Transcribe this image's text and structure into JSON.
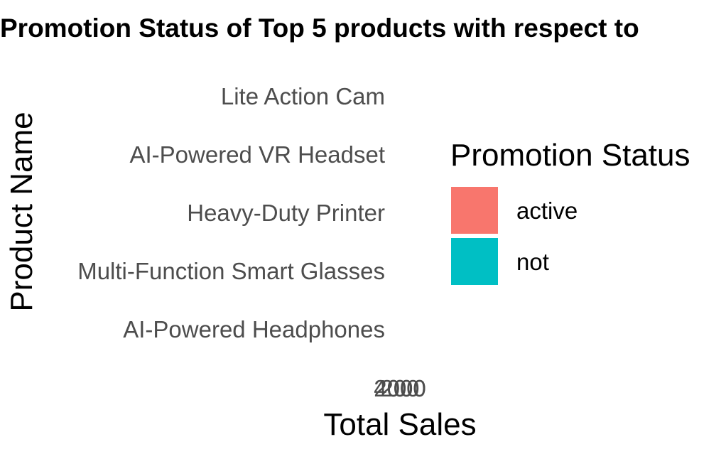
{
  "chart_data": {
    "type": "bar",
    "orientation": "horizontal",
    "title": "Promotion Status of Top 5 products with respect to",
    "xlabel": "Total Sales",
    "ylabel": "Product Name",
    "categories": [
      "Lite Action Cam",
      "AI-Powered VR Headset",
      "Heavy-Duty Printer",
      "Multi-Function Smart Glasses",
      "AI-Powered Headphones"
    ],
    "x_tick_labels": [
      "2000",
      "4000",
      "0",
      "200"
    ],
    "series": [
      {
        "name": "active",
        "color": "#F8766D",
        "values": [
          0,
          0,
          0,
          0,
          0
        ]
      },
      {
        "name": "not",
        "color": "#00BFC4",
        "values": [
          0,
          0,
          0,
          0,
          0
        ]
      }
    ],
    "legend": {
      "title": "Promotion Status",
      "position": "right"
    },
    "grid": false
  }
}
